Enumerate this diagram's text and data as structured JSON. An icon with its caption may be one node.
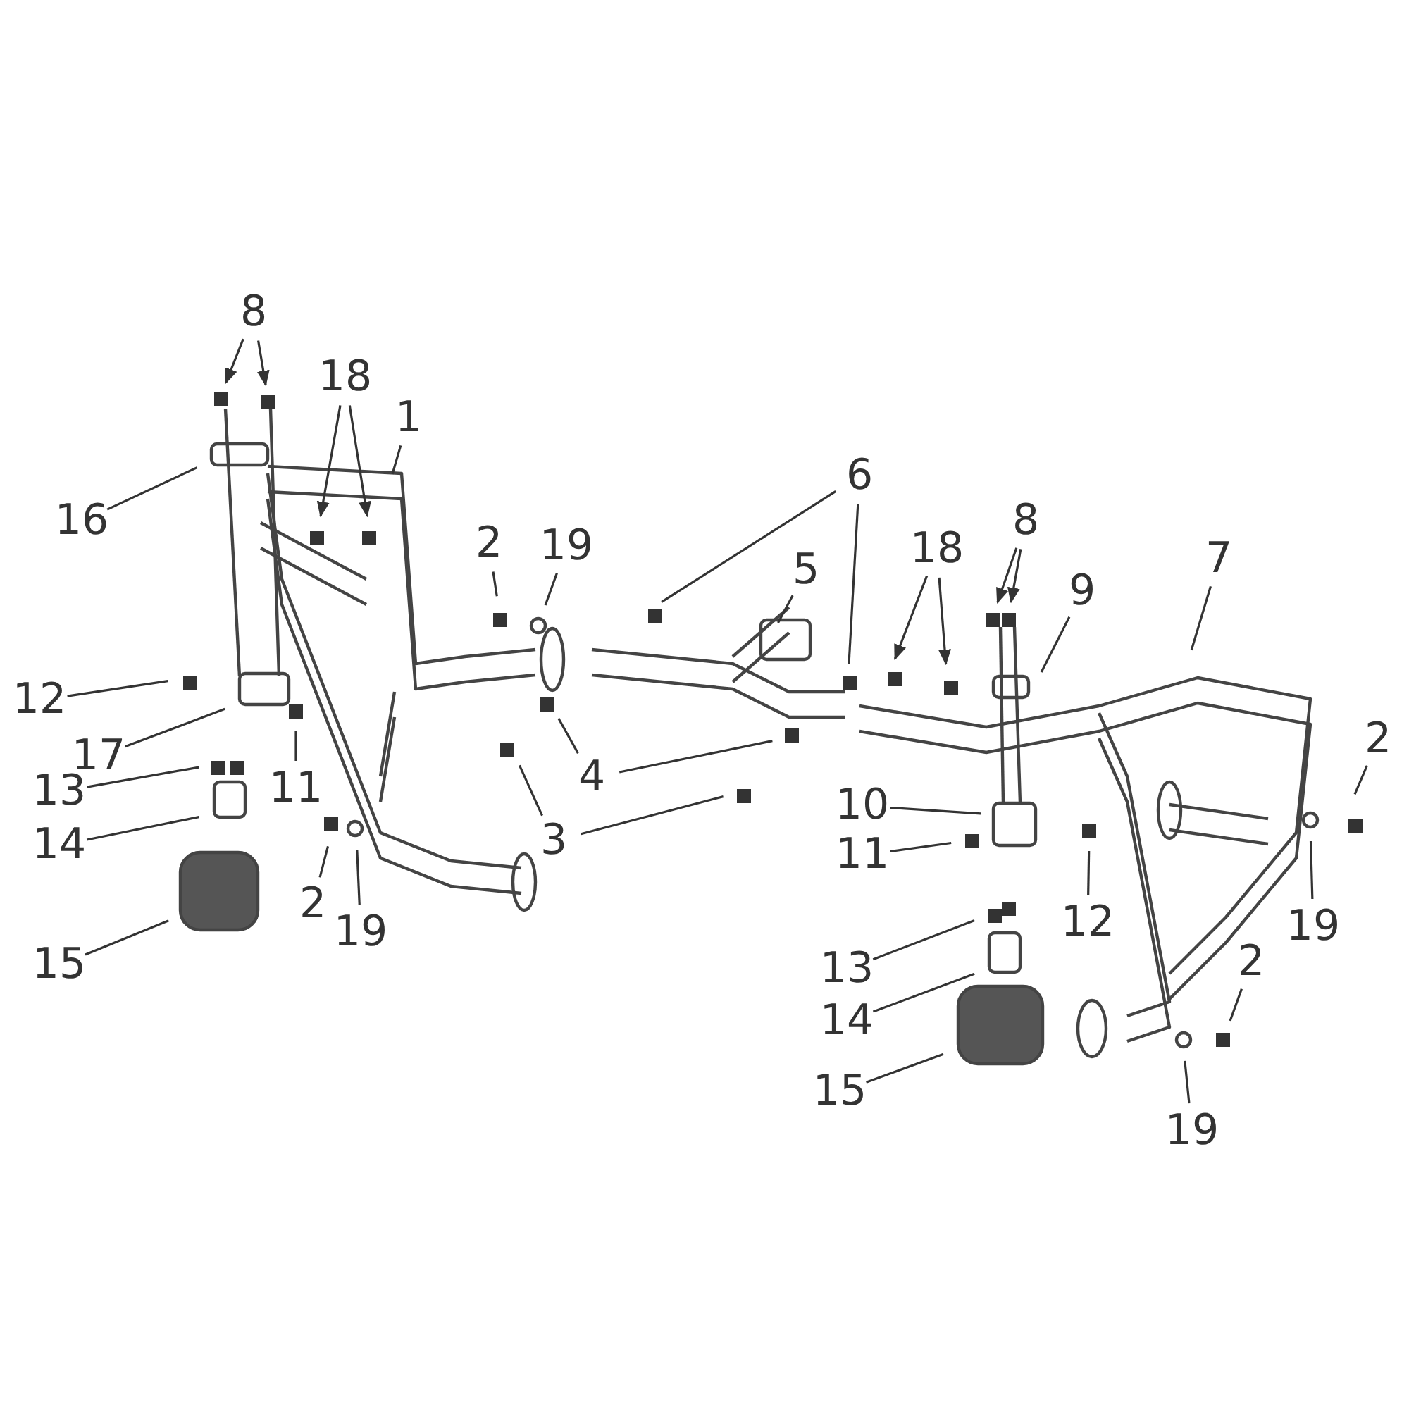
{
  "diagram": {
    "nodes": [
      {
        "text": [
          "8"
        ]
      },
      {
        "text": [
          "18"
        ]
      },
      {
        "text": [
          "1"
        ]
      },
      {
        "text": [
          "16"
        ]
      },
      {
        "text": [
          "6"
        ]
      },
      {
        "text": [
          "5"
        ]
      },
      {
        "text": [
          "2"
        ]
      },
      {
        "text": [
          "19"
        ]
      },
      {
        "text": [
          "18"
        ]
      },
      {
        "text": [
          "8"
        ]
      },
      {
        "text": [
          "9"
        ]
      },
      {
        "text": [
          "7"
        ]
      },
      {
        "text": [
          "12"
        ]
      },
      {
        "text": [
          "17"
        ]
      },
      {
        "text": [
          "11"
        ]
      },
      {
        "text": [
          "4"
        ]
      },
      {
        "text": [
          "3"
        ]
      },
      {
        "text": [
          "13"
        ]
      },
      {
        "text": [
          "14"
        ]
      },
      {
        "text": [
          "2"
        ]
      },
      {
        "text": [
          "19"
        ]
      },
      {
        "text": [
          "15"
        ]
      },
      {
        "text": [
          "2"
        ]
      },
      {
        "text": [
          "10"
        ]
      },
      {
        "text": [
          "11"
        ]
      },
      {
        "text": [
          "12"
        ]
      },
      {
        "text": [
          "19"
        ]
      },
      {
        "text": [
          "13"
        ]
      },
      {
        "text": [
          "2"
        ]
      },
      {
        "text": [
          "14"
        ]
      },
      {
        "text": [
          "15"
        ]
      },
      {
        "text": [
          "19"
        ]
      }
    ],
    "edges": [
      {
        "from": 0,
        "to": null,
        "arrow": "to"
      },
      {
        "from": 0,
        "to": null,
        "arrow": "to"
      },
      {
        "from": 1,
        "to": null,
        "arrow": "to"
      },
      {
        "from": 1,
        "to": null,
        "arrow": "to"
      },
      {
        "from": 2,
        "to": null,
        "arrow": "none"
      },
      {
        "from": 3,
        "to": null,
        "arrow": "none"
      },
      {
        "from": 4,
        "to": null,
        "arrow": "none"
      },
      {
        "from": 4,
        "to": null,
        "arrow": "none"
      },
      {
        "from": 5,
        "to": null,
        "arrow": "none"
      },
      {
        "from": 6,
        "to": null,
        "arrow": "none"
      },
      {
        "from": 7,
        "to": null,
        "arrow": "none"
      },
      {
        "from": 8,
        "to": null,
        "arrow": "to"
      },
      {
        "from": 8,
        "to": null,
        "arrow": "to"
      },
      {
        "from": 9,
        "to": null,
        "arrow": "to"
      },
      {
        "from": 9,
        "to": null,
        "arrow": "to"
      },
      {
        "from": 10,
        "to": null,
        "arrow": "none"
      },
      {
        "from": 11,
        "to": null,
        "arrow": "none"
      },
      {
        "from": 12,
        "to": null,
        "arrow": "none"
      },
      {
        "from": 13,
        "to": null,
        "arrow": "none"
      },
      {
        "from": 14,
        "to": null,
        "arrow": "none"
      },
      {
        "from": 15,
        "to": null,
        "arrow": "none"
      },
      {
        "from": 15,
        "to": null,
        "arrow": "none"
      },
      {
        "from": 16,
        "to": null,
        "arrow": "none"
      },
      {
        "from": 16,
        "to": null,
        "arrow": "none"
      },
      {
        "from": 17,
        "to": null,
        "arrow": "none"
      },
      {
        "from": 18,
        "to": null,
        "arrow": "none"
      },
      {
        "from": 19,
        "to": null,
        "arrow": "none"
      },
      {
        "from": 20,
        "to": null,
        "arrow": "none"
      },
      {
        "from": 21,
        "to": null,
        "arrow": "none"
      },
      {
        "from": 22,
        "to": null,
        "arrow": "none"
      },
      {
        "from": 23,
        "to": null,
        "arrow": "none"
      },
      {
        "from": 24,
        "to": null,
        "arrow": "none"
      },
      {
        "from": 25,
        "to": null,
        "arrow": "none"
      },
      {
        "from": 26,
        "to": null,
        "arrow": "none"
      },
      {
        "from": 27,
        "to": null,
        "arrow": "none"
      },
      {
        "from": 28,
        "to": null,
        "arrow": "none"
      },
      {
        "from": 29,
        "to": null,
        "arrow": "none"
      },
      {
        "from": 30,
        "to": null,
        "arrow": "none"
      },
      {
        "from": 31,
        "to": null,
        "arrow": "none"
      }
    ]
  }
}
